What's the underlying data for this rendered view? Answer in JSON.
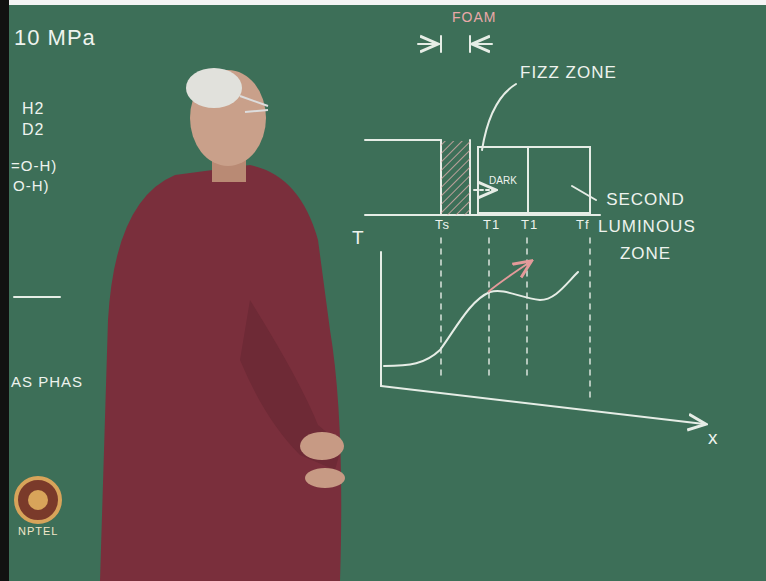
{
  "diagram": {
    "nodes": [
      {
        "text": [
          "DARK"
        ]
      }
    ],
    "labels": [
      "10 MPa",
      "H2",
      "D2",
      "=O-H)",
      "O-H)",
      "AS PHAS",
      "FOAM",
      "FIZZ ZONE",
      "SECOND LUMINOUS ZONE",
      "Ts",
      "T1",
      "T1",
      "Tf",
      "T",
      "x",
      "NPTEL"
    ]
  }
}
